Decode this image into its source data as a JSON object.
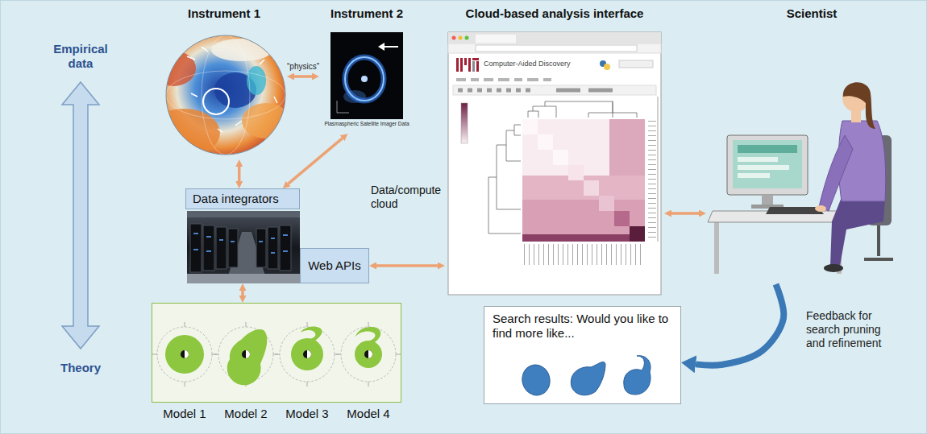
{
  "diagram": {
    "nodes": [
      {
        "text": [
          "Instrument 1"
        ]
      },
      {
        "text": [
          "Instrument 2",
          "Plasmaspheric Satellite Imager Data"
        ]
      },
      {
        "text": [
          "Cloud-based analysis interface",
          "Computer-Aided Discovery"
        ]
      },
      {
        "text": [
          "Scientist"
        ]
      },
      {
        "text": [
          "Data integrators"
        ]
      },
      {
        "text": [
          "Web APIs"
        ]
      },
      {
        "text": []
      },
      {
        "text": [
          "Model 1"
        ],
        "in": 6
      },
      {
        "text": [
          "Model 2"
        ],
        "in": 6
      },
      {
        "text": [
          "Model 3"
        ],
        "in": 6
      },
      {
        "text": [
          "Model 4"
        ],
        "in": 6
      },
      {
        "text": [
          "Search results: Would you like to find more like..."
        ]
      }
    ],
    "edges": [
      {
        "from": 0,
        "to": 1,
        "arrow": "both",
        "label": "“physics”"
      },
      {
        "from": 0,
        "to": 4,
        "arrow": "both"
      },
      {
        "from": 1,
        "to": 4,
        "arrow": "both"
      },
      {
        "from": 4,
        "to": 6,
        "arrow": "both"
      },
      {
        "from": 5,
        "to": 2,
        "arrow": "both"
      },
      {
        "from": 2,
        "to": 3,
        "arrow": "both"
      },
      {
        "from": 3,
        "to": 11,
        "arrow": "to",
        "label": "Feedback for search pruning and refinement"
      }
    ],
    "labels": [
      "Empirical data",
      "Theory",
      "Data/compute cloud"
    ]
  }
}
